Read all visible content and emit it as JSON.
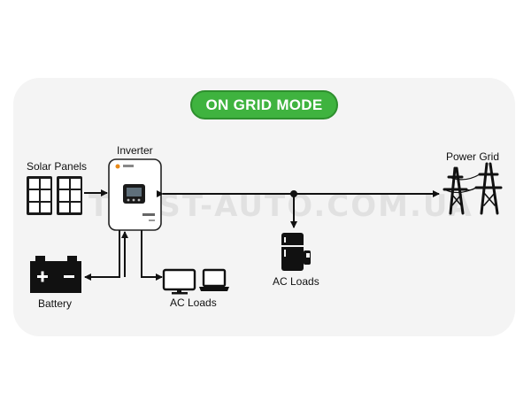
{
  "mode": {
    "label": "ON GRID MODE",
    "color": "#3fb33f"
  },
  "nodes": {
    "solar_panels": {
      "label": "Solar Panels",
      "icon": "solar-panel-icon"
    },
    "inverter": {
      "label": "Inverter",
      "icon": "inverter-icon"
    },
    "battery": {
      "label": "Battery",
      "icon": "battery-icon"
    },
    "ac_loads_left": {
      "label": "AC Loads",
      "icon": "computer-laptop-icon"
    },
    "ac_loads_center": {
      "label": "AC Loads",
      "icon": "fridge-icon"
    },
    "power_grid": {
      "label": "Power Grid",
      "icon": "transmission-tower-icon"
    }
  },
  "watermark": "TWIST-AUTO.COM.UA"
}
